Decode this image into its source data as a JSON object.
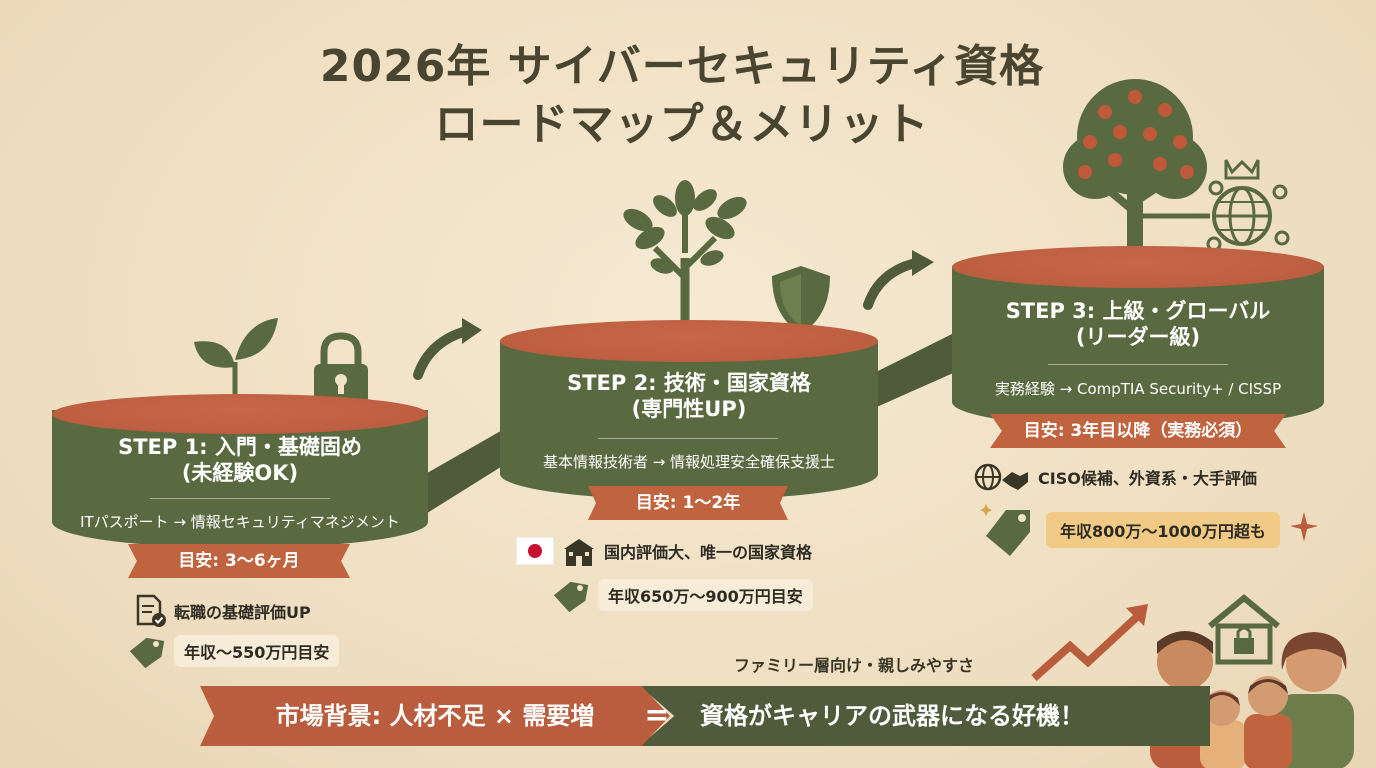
{
  "title": {
    "line1": "2026年 サイバーセキュリティ資格",
    "line2": "ロードマップ＆メリット"
  },
  "steps": [
    {
      "title1": "STEP 1: 入門・基礎固め",
      "title2": "(未経験OK)",
      "path": "ITパスポート → 情報セキュリティマネジメント",
      "period": "目安: 3〜6ヶ月",
      "benefit": "転職の基礎評価UP",
      "salary": "年収〜550万円目安"
    },
    {
      "title1": "STEP 2: 技術・国家資格",
      "title2": "(専門性UP)",
      "path": "基本情報技術者 → 情報処理安全確保支援士",
      "period": "目安: 1〜2年",
      "benefit": "国内評価大、唯一の国家資格",
      "salary": "年収650万〜900万円目安"
    },
    {
      "title1": "STEP 3: 上級・グローバル",
      "title2": "(リーダー級)",
      "path": "実務経験 → CompTIA Security+ / CISSP",
      "period": "目安: 3年目以降（実務必須）",
      "benefit": "CISO候補、外資系・大手評価",
      "salary": "年収800万〜1000万円超も"
    }
  ],
  "bottom": {
    "left": "市場背景: 人材不足 × 需要増",
    "equals": "=",
    "right": "資格がキャリアの武器になる好機！",
    "family_label": "ファミリー層向け・親しみやすさ"
  },
  "colors": {
    "background": "#f1e3c8",
    "green": "#5a6a40",
    "terracotta": "#b95d3e",
    "gold": "#f1cb85"
  },
  "icons": [
    "sprout-icon",
    "padlock-icon",
    "tree-icon",
    "shield-icon",
    "apple-tree-icon",
    "globe-network-icon",
    "crown-icon",
    "document-check-icon",
    "price-tag-icon",
    "japan-flag-icon",
    "school-building-icon",
    "handshake-globe-icon",
    "house-lock-icon",
    "growth-arrow-icon",
    "family-icon"
  ]
}
